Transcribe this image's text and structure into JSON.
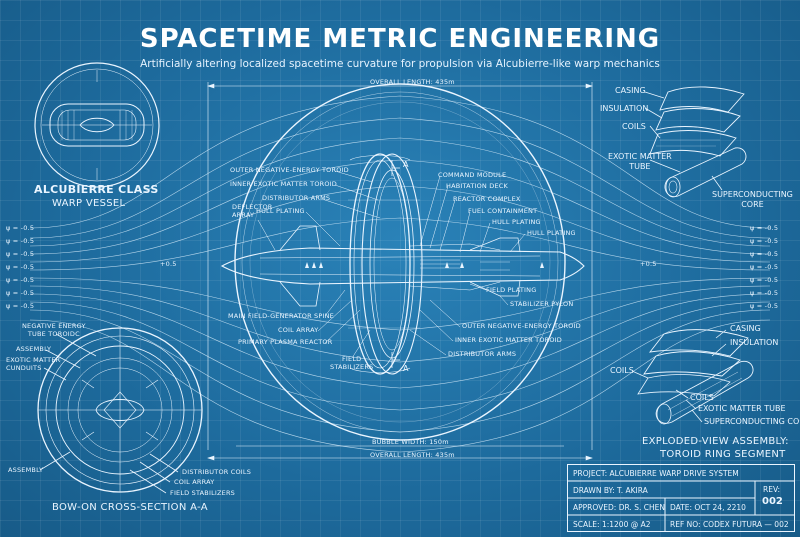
{
  "title": "SPACETIME METRIC ENGINEERING",
  "subtitle": "Artificially altering localized spacetime curvature for propulsion via Alcubierre-like warp mechanics",
  "dimensions": {
    "overall_length_top": "OVERALL LENGTH: 435m",
    "bubble_width": "BUBBLE WIDTH: 150m",
    "overall_length_bottom": "OVERALL LENGTH: 435m"
  },
  "field_values": {
    "psi_neg": "ψ = -0.5",
    "psi_neg_short": "ψ = -0.5",
    "plus": "+0.5"
  },
  "section_marker": "A",
  "vessel_callouts": {
    "outer_neg_toroid_top": "OUTER NEGATIVE-ENERGY TOROID",
    "inner_exotic_top": "INNER EXOTIC MATTER TOROID",
    "distributor_arms_top": "DISTRIBUTOR ARMS",
    "hull_plating_left": "HULL PLATING",
    "deflector_array": "DEFLECTOR\nARRAY",
    "command_module": "COMMAND MODULE",
    "habitation_deck": "HABITATION DECK",
    "reactor_complex": "REACTOR COMPLEX",
    "fuel_containment": "FUEL CONTAINMENT",
    "hull_plating_right1": "HULL PLATING",
    "hull_plating_right2": "HULL PLATING",
    "main_spine": "MAIN FIELD-GENERATOR SPINE",
    "coil_array": "COIL ARRAY",
    "primary_reactor": "PRIMARY PLASMA REACTOR",
    "field_stabilizers": "FIELD\nSTABILIZERS",
    "field_plating": "FIELD PLATING",
    "stabilizer_pylon": "STABILIZER PYLON",
    "outer_neg_toroid_bottom": "OUTER NEGATIVE-ENERGY TOROID",
    "inner_exotic_bottom": "INNER EXOTIC MATTER TOROID",
    "distributor_arms_bottom": "DISTRIBUTOR ARMS"
  },
  "top_left": {
    "heading": "ALCUBIERRE CLASS",
    "subheading": "WARP VESSEL"
  },
  "top_right": {
    "casing": "CASING",
    "insulation": "INSULATION",
    "coils": "COILS",
    "exotic_tube": "EXOTIC MATTER\nTUBE",
    "superconducting_core": "SUPERCONDUCTING\nCORE"
  },
  "bottom_left": {
    "neg_energy_tube": "NEGATIVE ENERGY\nTUBE TOROIDC",
    "assembly_top": "ASSEMBLY",
    "exotic_conduits": "EXOTIC MATTER\nCUNDUITS",
    "assembly_bottom": "ASSEMBLY",
    "distributor_coils": "DISTRIBUTOR COILS",
    "coil_array": "COIL ARRAY",
    "field_stabilizers": "FIELD STABILIZERS",
    "caption": "BOW-ON CROSS-SECTION A-A"
  },
  "bottom_right": {
    "casing": "CASING",
    "insulation": "INSULATION",
    "coils_left": "COILS",
    "coils_right": "COILS",
    "exotic_tube": "EXOTIC MATTER TUBE",
    "superconducting_core": "SUPERCONDUCTING CORE",
    "caption_line1": "EXPLODED-VIEW ASSEMBLY:",
    "caption_line2": "TOROID RING SEGMENT"
  },
  "title_block": {
    "project": "PROJECT: ALCUBIERRE WARP DRIVE SYSTEM",
    "drawn_by": "DRAWN BY: T. AKIRA",
    "approved": "APPROVED: DR. S. CHEN",
    "date": "DATE: OCT 24, 2210",
    "rev_label": "REV:",
    "rev_value": "002",
    "scale": "SCALE: 1:1200 @ A2",
    "ref_no": "REF NO: CODEX FUTURA — 002"
  },
  "colors": {
    "background": "#1f6fa2",
    "line": "#eaf5ff"
  }
}
